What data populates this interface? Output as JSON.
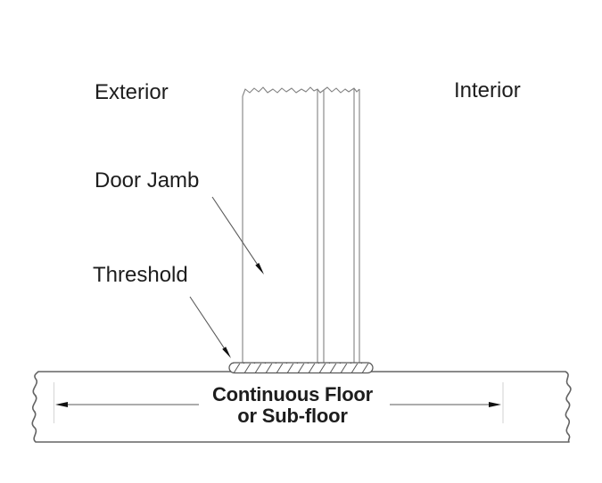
{
  "labels": {
    "exterior": "Exterior",
    "interior": "Interior",
    "door_jamb": "Door Jamb",
    "threshold": "Threshold",
    "floor_line1": "Continuous Floor",
    "floor_line2": "or Sub-floor"
  },
  "colors": {
    "background": "#ffffff",
    "drawing_line": "#828282",
    "floor_line": "#636363",
    "threshold_line": "#565656",
    "text": "#1d1d1d",
    "arrow_fill": "#111111",
    "extension_line": "#d9d9d9",
    "dim_line": "#5a5a5a"
  },
  "icons": {
    "door_jamb_leader": "filled-arrowhead",
    "threshold_leader": "filled-arrowhead",
    "floor_dimension_left": "filled-arrowhead-left",
    "floor_dimension_right": "filled-arrowhead-right"
  }
}
